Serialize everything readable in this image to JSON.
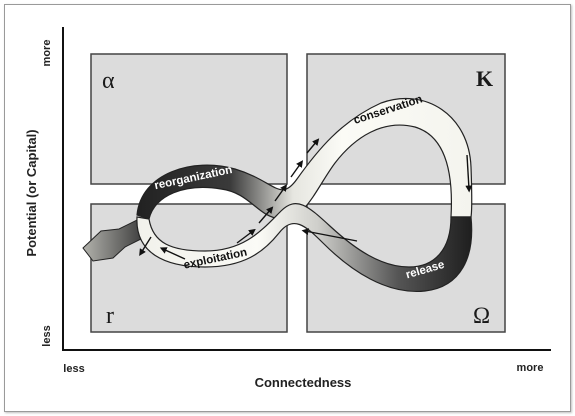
{
  "axes": {
    "y_label": "Potential (or Capital)",
    "y_high": "more",
    "y_low": "less",
    "x_label": "Connectedness",
    "x_low": "less",
    "x_high": "more"
  },
  "quadrants": {
    "top_left": "α",
    "top_right": "K",
    "bottom_left": "r",
    "bottom_right": "Ω"
  },
  "phases": {
    "reorganization": "reorganization",
    "conservation": "conservation",
    "exploitation": "exploitation",
    "release": "release"
  },
  "colors": {
    "box_fill": "#dcdcdc",
    "box_stroke": "#444444",
    "band_dark": "#232323",
    "band_light": "#fbfbf6",
    "axis": "#111111"
  }
}
